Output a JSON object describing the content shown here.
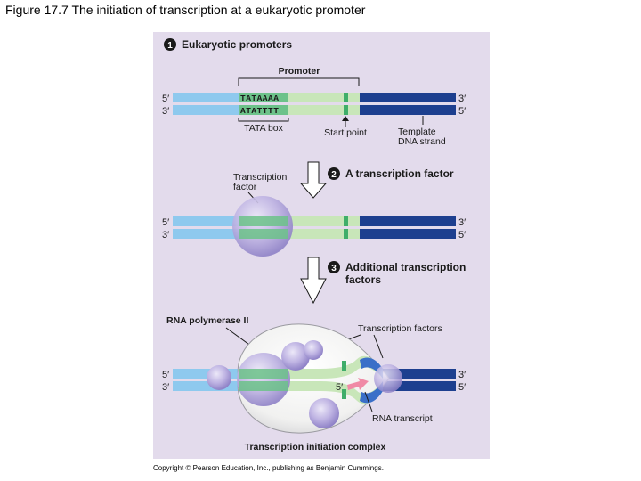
{
  "figure_title": "Figure 17.7  The initiation of transcription at a eukaryotic promoter",
  "copyright": "Copyright © Pearson Education, Inc., publishing as Benjamin Cummings.",
  "ends": {
    "five_prime": "5′",
    "three_prime": "3′"
  },
  "step1": {
    "number": "1",
    "heading": "Eukaryotic promoters",
    "promoter_label": "Promoter",
    "tata_top": "TATAAAA",
    "tata_bottom": "ATATTTT",
    "tata_box_label": "TATA box",
    "start_point_label": "Start point",
    "template_label_line1": "Template",
    "template_label_line2": "DNA strand"
  },
  "step2": {
    "number": "2",
    "heading": "A transcription factor",
    "tf_label_line1": "Transcription",
    "tf_label_line2": "factor"
  },
  "step3": {
    "number": "3",
    "heading_line1": "Additional transcription",
    "heading_line2": "factors",
    "rna_pol_label": "RNA polymerase II",
    "tfs_label": "Transcription factors",
    "rna_five_prime": "5′",
    "rna_transcript_label": "RNA transcript",
    "complex_label": "Transcription initiation complex"
  },
  "colors": {
    "panel_bg": "#e3dbec",
    "dna_light_blue": "#8ec9ee",
    "dna_dark_blue": "#1d3f8f",
    "promoter_green": "#c8e6b9",
    "tata_green": "#6cc28a",
    "start_green": "#3fae6a",
    "protein_purple": "#a69bd6",
    "rna_pink": "#f08aa6"
  }
}
